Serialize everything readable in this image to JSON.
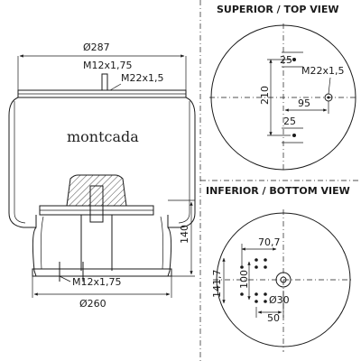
{
  "views": {
    "top_title": "SUPERIOR / TOP VIEW",
    "bottom_title": "INFERIOR / BOTTOM VIEW"
  },
  "brand": "montcada",
  "side_view": {
    "top_diameter": "Ø287",
    "top_thread": "M12x1,75",
    "top_air_fitting": "M22x1,5",
    "bottom_thread": "M12x1,75",
    "bottom_diameter": "Ø260",
    "height": "140"
  },
  "top_view": {
    "dim_top_spacing": "25",
    "dim_total_span": "210",
    "dim_offset": "95",
    "dim_bottom_spacing": "25",
    "air_fitting": "M22x1,5"
  },
  "bottom_view": {
    "dim_width": "70,7",
    "dim_height": "141,7",
    "dim_inner": "100",
    "dim_hole_diameter": "Ø30",
    "dim_hole_offset": "50"
  }
}
